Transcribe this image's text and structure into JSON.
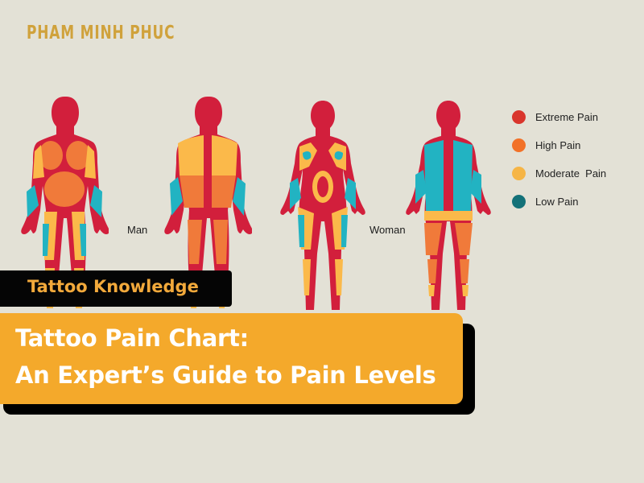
{
  "brand": {
    "name": "PHAM MINH PHUC",
    "color": "#d0a23c"
  },
  "figures": {
    "man_label": "Man",
    "woman_label": "Woman"
  },
  "legend": {
    "items": [
      {
        "label": "Extreme Pain",
        "color": "#d9352c"
      },
      {
        "label": "High Pain",
        "color": "#f27128"
      },
      {
        "label": "Moderate  Pain",
        "color": "#f6b546"
      },
      {
        "label": "Low Pain",
        "color": "#137178"
      }
    ]
  },
  "colors": {
    "background": "#e3e1d6",
    "extreme": "#d21f3c",
    "high": "#f07a3a",
    "moderate": "#fbb94a",
    "low": "#22b3c2",
    "accent": "#f4a92b"
  },
  "tag": {
    "label": "Tattoo Knowledge"
  },
  "title": {
    "line1": "Tattoo Pain Chart:",
    "line2": "An Expert’s Guide to Pain Levels"
  }
}
